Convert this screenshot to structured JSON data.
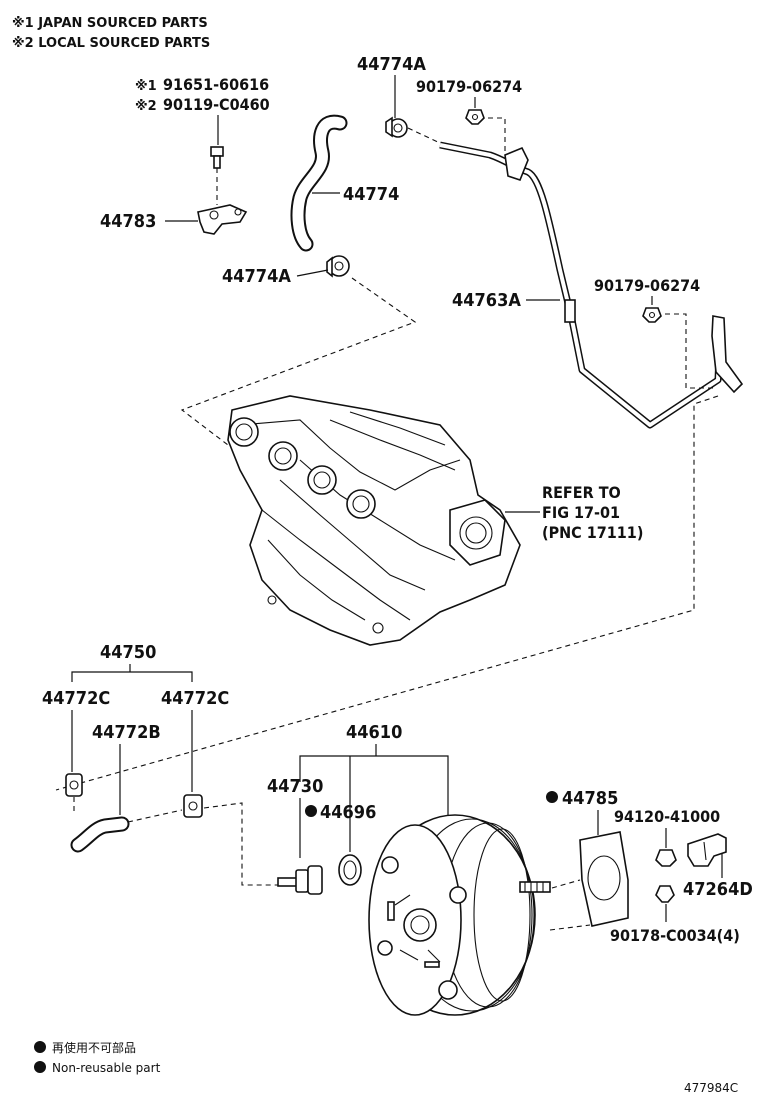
{
  "notes": {
    "note1": "※1 JAPAN SOURCED PARTS",
    "note2": "※2 LOCAL SOURCED PARTS"
  },
  "parts": {
    "p44774A_top": "44774A",
    "p90179_top": "90179-06274",
    "alt1_mark": "※1",
    "alt1_num": "91651-60616",
    "alt2_mark": "※2",
    "alt2_num": "90119-C0460",
    "p44774": "44774",
    "p44783": "44783",
    "p44774A_bottom": "44774A",
    "p44763A": "44763A",
    "p90179_right": "90179-06274",
    "refer_line1": "REFER TO",
    "refer_line2": "FIG 17-01",
    "refer_line3": "(PNC 17111)",
    "p44750": "44750",
    "p44772C_left": "44772C",
    "p44772C_right": "44772C",
    "p44772B": "44772B",
    "p44610": "44610",
    "p44730": "44730",
    "p44696": "44696",
    "p44785": "44785",
    "p94120": "94120-41000",
    "p47264D": "47264D",
    "p90178": "90178-C0034(4)"
  },
  "legend": {
    "reuse_jp": "再使用不可部品",
    "nonreusable": "Non-reusable part"
  },
  "figure_id": "477984C"
}
